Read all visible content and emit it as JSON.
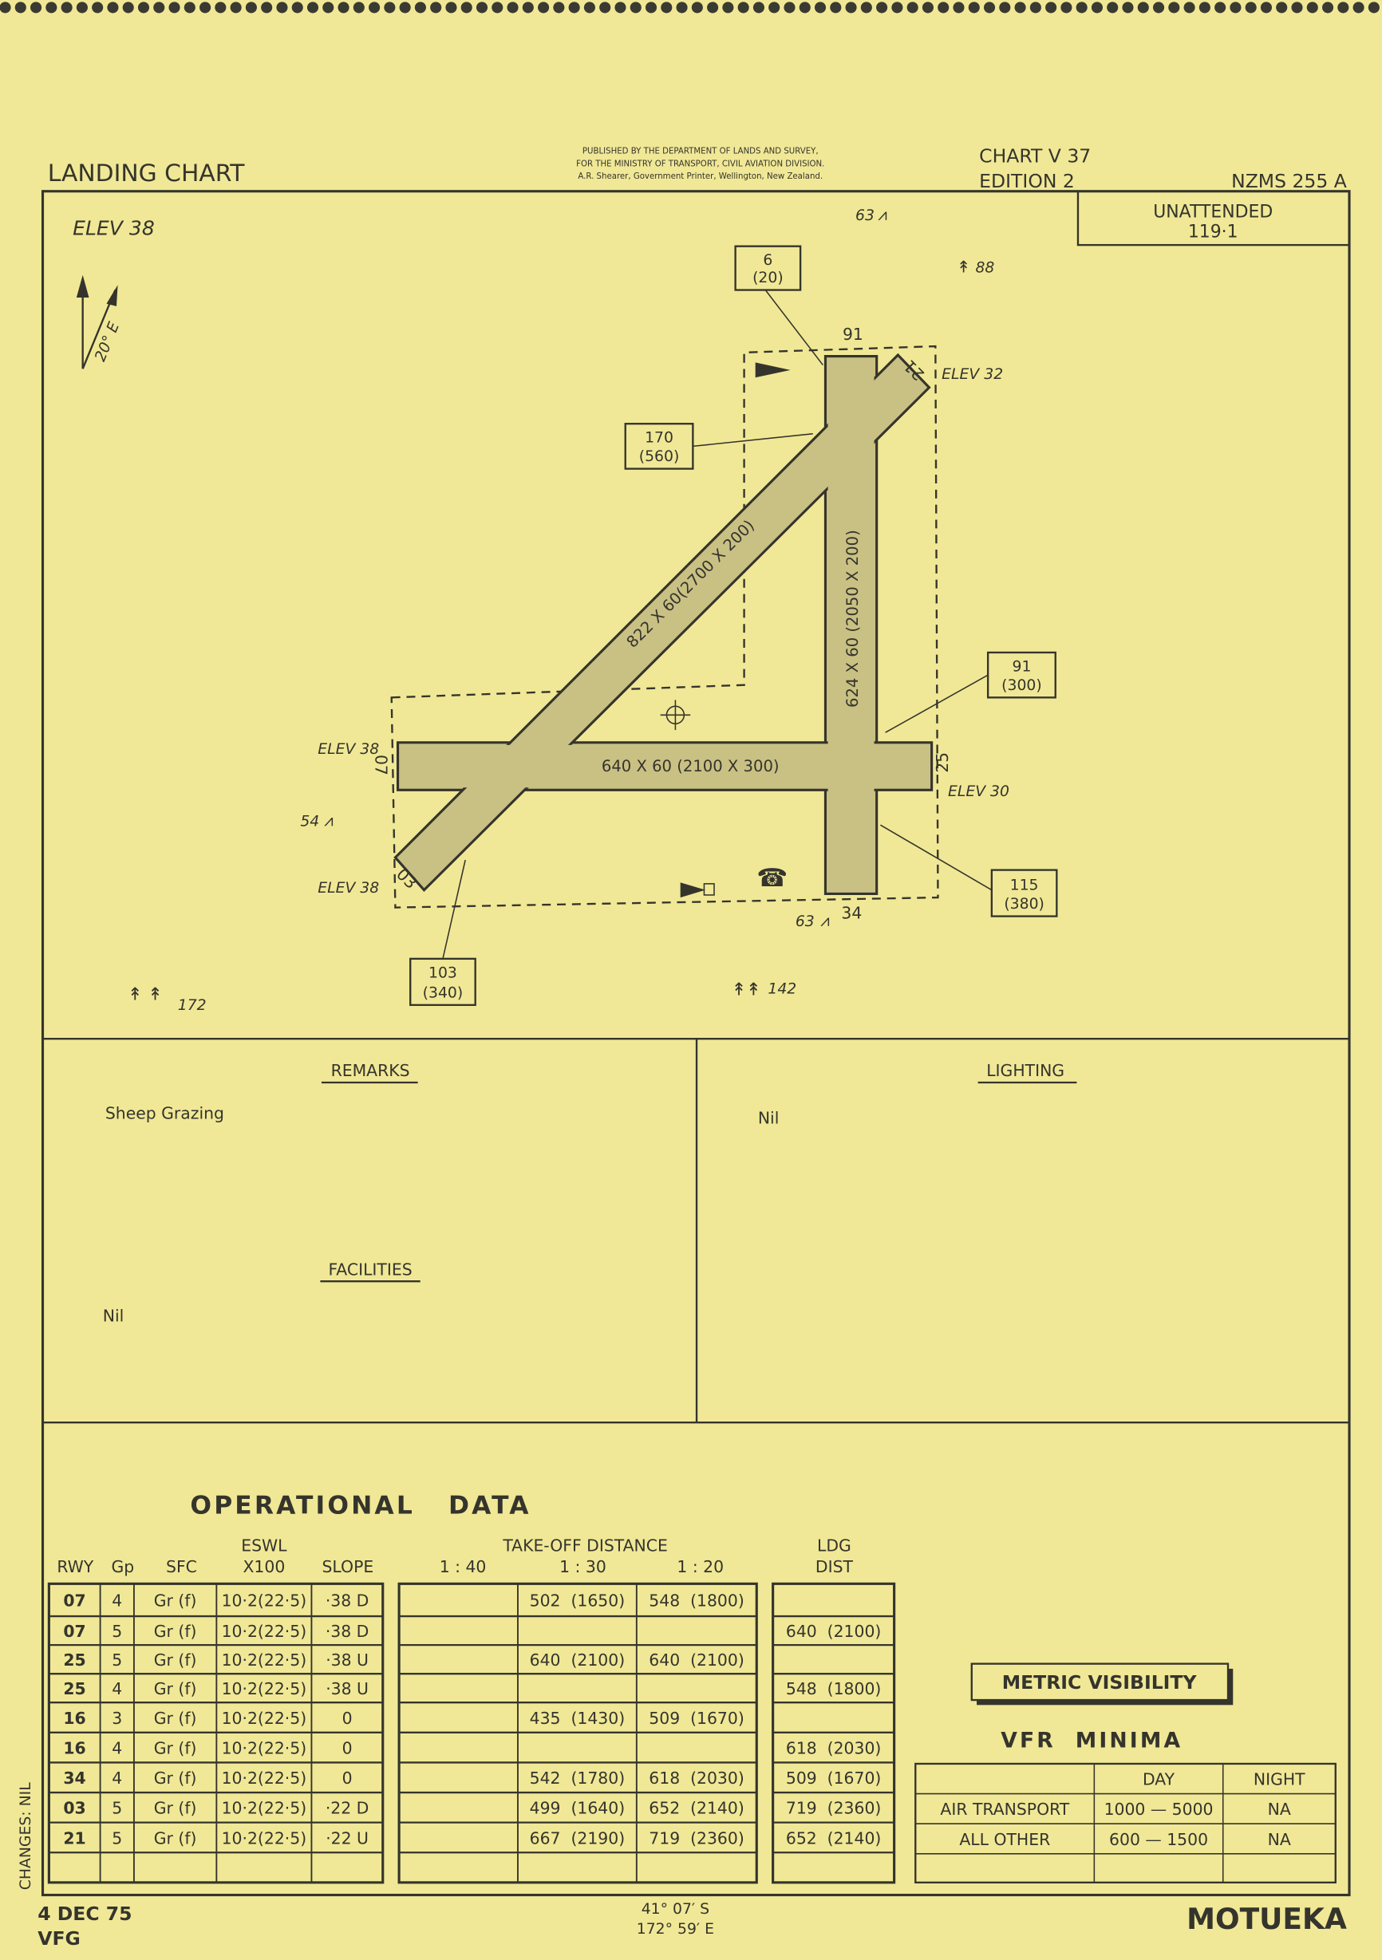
{
  "header": {
    "title": "LANDING CHART",
    "publisher": [
      "PUBLISHED BY THE DEPARTMENT OF LANDS AND SURVEY,",
      "FOR THE MINISTRY OF TRANSPORT, CIVIL AVIATION DIVISION.",
      "A.R. Shearer, Government Printer, Wellington, New Zealand."
    ],
    "chart_no": "CHART V 37",
    "edition": "EDITION 2",
    "series": "NZMS 255 A"
  },
  "diagram": {
    "elev": "ELEV 38",
    "unattended": "UNATTENDED",
    "frequency": "119·1",
    "variation": "20° E",
    "obstacles": [
      "63",
      "88",
      "54",
      "63",
      "172",
      "142"
    ],
    "boxes": [
      {
        "m": "6",
        "ft": "(20)"
      },
      {
        "m": "170",
        "ft": "(560)"
      },
      {
        "m": "91",
        "ft": "(300)"
      },
      {
        "m": "115",
        "ft": "(380)"
      },
      {
        "m": "103",
        "ft": "(340)"
      }
    ],
    "runway_labels": {
      "r07": "07",
      "r25": "25",
      "r03": "03",
      "r21": "21",
      "r34": "34",
      "r91": "91"
    },
    "elevations": {
      "e32": "ELEV 32",
      "e30": "ELEV 30",
      "e38a": "ELEV 38",
      "e38b": "ELEV 38"
    },
    "dims": {
      "diag": "822 X 60(2700 X 200)",
      "vert": "624 X 60 (2050 X 200)",
      "horiz": "640 X 60 (2100 X 300)"
    }
  },
  "remarks": {
    "title": "REMARKS",
    "text": "Sheep Grazing"
  },
  "facilities": {
    "title": "FACILITIES",
    "text": "Nil"
  },
  "lighting": {
    "title": "LIGHTING",
    "text": "Nil"
  },
  "operational": {
    "title": "OPERATIONAL   DATA",
    "headers": {
      "rwy": "RWY",
      "gp": "Gp",
      "sfc": "SFC",
      "eswl": "ESWL",
      "x100": "X100",
      "slope": "SLOPE",
      "tod": "TAKE-OFF DISTANCE",
      "r40": "1 : 40",
      "r30": "1 : 30",
      "r20": "1 : 20",
      "ldg": "LDG",
      "dist": "DIST"
    },
    "rows": [
      [
        "07",
        "4",
        "Gr (f)",
        "10·2(22·5)",
        "·38 D",
        "",
        "502  (1650)",
        "548  (1800)",
        ""
      ],
      [
        "07",
        "5",
        "Gr (f)",
        "10·2(22·5)",
        "·38 D",
        "",
        "",
        "",
        "640  (2100)"
      ],
      [
        "25",
        "5",
        "Gr (f)",
        "10·2(22·5)",
        "·38 U",
        "",
        "640  (2100)",
        "640  (2100)",
        ""
      ],
      [
        "25",
        "4",
        "Gr (f)",
        "10·2(22·5)",
        "·38 U",
        "",
        "",
        "",
        "548  (1800)"
      ],
      [
        "16",
        "3",
        "Gr (f)",
        "10·2(22·5)",
        "0",
        "",
        "435  (1430)",
        "509  (1670)",
        ""
      ],
      [
        "16",
        "4",
        "Gr (f)",
        "10·2(22·5)",
        "0",
        "",
        "",
        "",
        "618  (2030)"
      ],
      [
        "34",
        "4",
        "Gr (f)",
        "10·2(22·5)",
        "0",
        "",
        "542  (1780)",
        "618  (2030)",
        "509  (1670)"
      ],
      [
        "03",
        "5",
        "Gr (f)",
        "10·2(22·5)",
        "·22 D",
        "",
        "499  (1640)",
        "652  (2140)",
        "719  (2360)"
      ],
      [
        "21",
        "5",
        "Gr (f)",
        "10·2(22·5)",
        "·22 U",
        "",
        "667  (2190)",
        "719  (2360)",
        "652  (2140)"
      ],
      [
        "",
        "",
        "",
        "",
        "",
        "",
        "",
        "",
        ""
      ]
    ]
  },
  "minima": {
    "metric": "METRIC VISIBILITY",
    "title": "VFR  MINIMA",
    "cols": [
      "DAY",
      "NIGHT"
    ],
    "rows": [
      [
        "AIR TRANSPORT",
        "1000 — 5000",
        "NA"
      ],
      [
        "ALL OTHER",
        "600 — 1500",
        "NA"
      ],
      [
        "",
        "",
        ""
      ]
    ]
  },
  "footer": {
    "date": "4 DEC 75",
    "code": "VFG",
    "lat": "41° 07′ S",
    "lon": "172° 59′ E",
    "name": "MOTUEKA",
    "changes": "CHANGES: NIL"
  }
}
